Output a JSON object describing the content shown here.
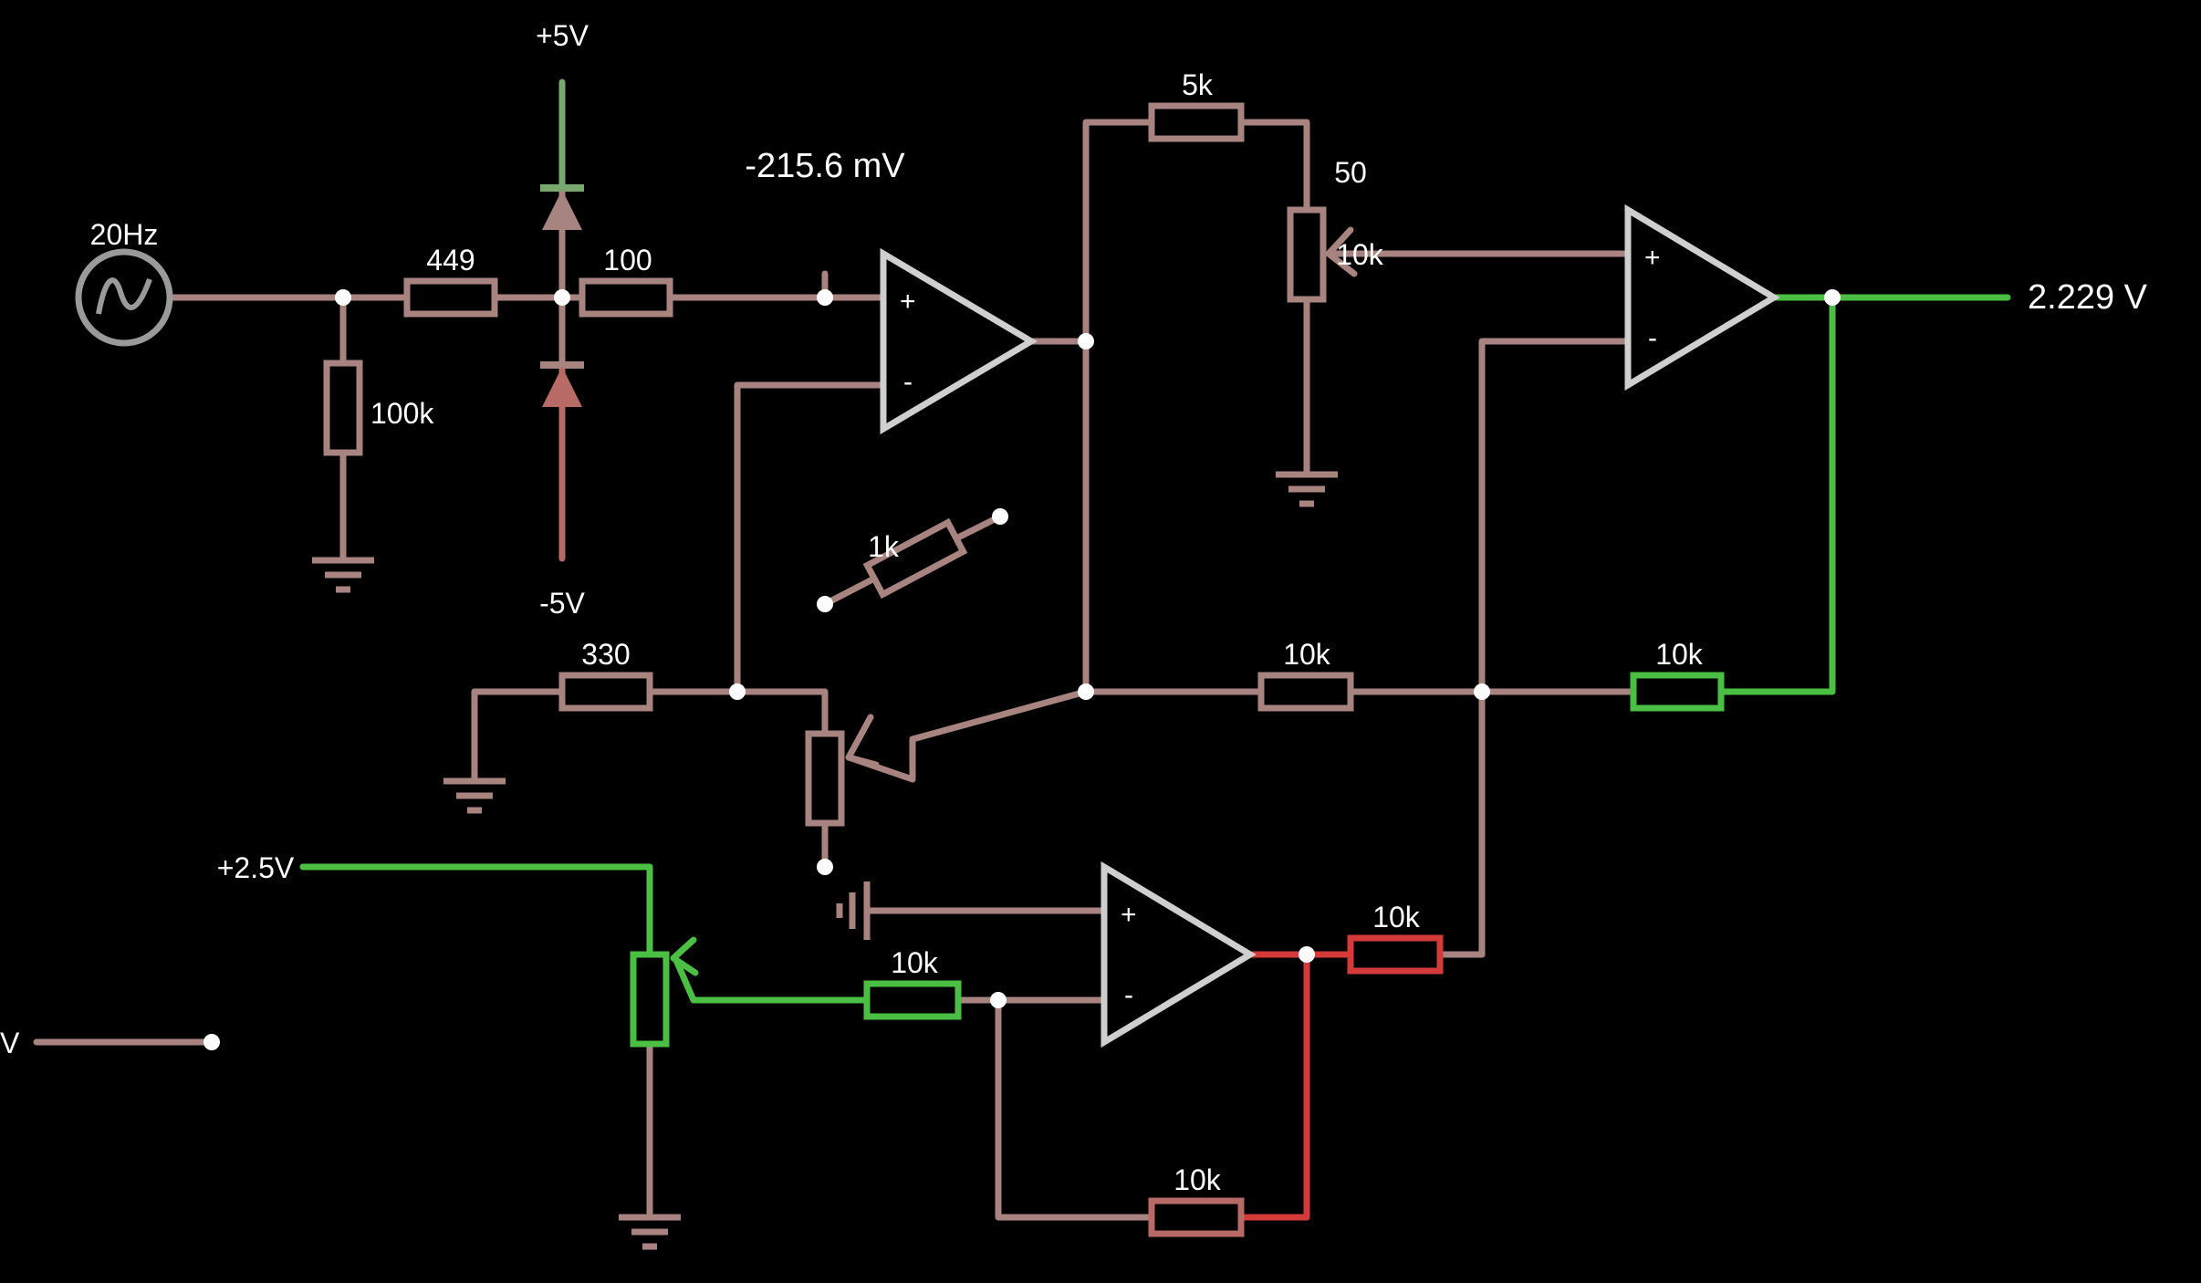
{
  "labels": {
    "source_freq": "20Hz",
    "supply_pos": "+5V",
    "supply_neg": "-5V",
    "r_449": "449",
    "r_100": "100",
    "r_100k": "100k",
    "probe_voltage": "-215.6 mV",
    "r_5k": "5k",
    "pot_50": "50",
    "pot_10k": "10k",
    "output_voltage": "2.229 V",
    "r_1k": "1k",
    "r_330": "330",
    "r_10k_a": "10k",
    "r_10k_b": "10k",
    "ref_voltage": "+2.5V",
    "r_10k_c": "10k",
    "r_10k_d": "10k",
    "r_10k_e": "10k",
    "left_edge": "V",
    "opamp_plus": "+",
    "opamp_minus": "-"
  },
  "colors": {
    "wire_neutral": "#a88480",
    "wire_positive": "#4bbe44",
    "wire_negative": "#d43a3a",
    "opamp_body": "#cfcfcf",
    "background": "#000000"
  }
}
